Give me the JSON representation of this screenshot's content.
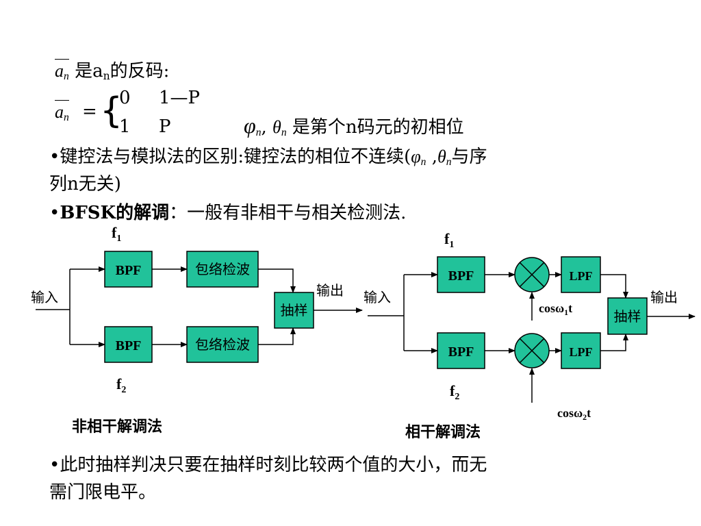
{
  "formula": {
    "an_symbol": "a",
    "an_sub": "n",
    "line1_text_pre": "是a",
    "line1_text_sub": "n",
    "line1_text_post": "的反码:",
    "equals": "=",
    "case1_value": "0",
    "case1_prob": "1—P",
    "case2_value": "1",
    "case2_prob": "P",
    "phi": "φ",
    "phi_sub": "n",
    "comma": ",",
    "theta": "θ",
    "theta_sub": "n",
    "phase_desc_pre": "是第个",
    "phase_desc_n": "n",
    "phase_desc_post": "码元的初相位"
  },
  "bullets": {
    "b1_pre": "•键控法与模拟法的区别:键控法的相位不连续(",
    "b1_phi": "φ",
    "b1_phi_sub": "n",
    "b1_comma": ",",
    "b1_theta": "θ",
    "b1_theta_sub": "n",
    "b1_post": "与序",
    "b1_line2": "列n无关)",
    "b2_bullet": "•",
    "b2_bold": "BFSK的解调",
    "b2_rest": "：一般有非相干与相关检测法.",
    "b3_line1": "•此时抽样判决只要在抽样时刻比较两个值的大小，而无",
    "b3_line2": "需门限电平。"
  },
  "diagram_left": {
    "f1": "f",
    "f1_sub": "1",
    "f2": "f",
    "f2_sub": "2",
    "input": "输入",
    "output": "输出",
    "bpf_top": "BPF",
    "bpf_bottom": "BPF",
    "env_top": "包络检波",
    "env_bottom": "包络检波",
    "sampler": "抽样",
    "caption": "非相干解调法"
  },
  "diagram_right": {
    "f1": "f",
    "f1_sub": "1",
    "f2": "f",
    "f2_sub": "2",
    "input": "输入",
    "output": "输出",
    "bpf_top": "BPF",
    "bpf_bottom": "BPF",
    "lpf_top": "LPF",
    "lpf_bottom": "LPF",
    "sampler": "抽样",
    "carrier1_pre": "cosω",
    "carrier1_sub": "1",
    "carrier1_post": "t",
    "carrier2_pre": "cosω",
    "carrier2_sub": "2",
    "carrier2_post": "t",
    "caption": "相干解调法"
  },
  "colors": {
    "block_fill": "#21c29a",
    "line": "#000000",
    "text": "#000000"
  }
}
